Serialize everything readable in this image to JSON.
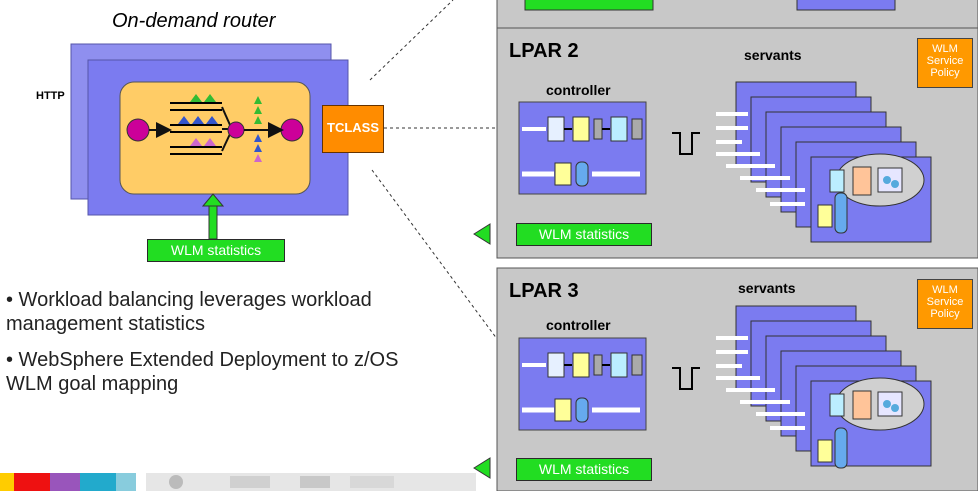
{
  "router": {
    "title": "On-demand router",
    "protocol": "HTTP",
    "tclass": "TCLASS",
    "wlm_statistics": "WLM statistics"
  },
  "bullets": [
    "• Workload balancing leverages workload management statistics",
    "• WebSphere Extended Deployment to z/OS WLM goal mapping"
  ],
  "lpars": [
    {
      "title": "LPAR 2",
      "servants": "servants",
      "controller": "controller",
      "policy": "WLM Service Policy",
      "wlm_statistics": "WLM statistics"
    },
    {
      "title": "LPAR 3",
      "servants": "servants",
      "controller": "controller",
      "policy": "WLM Service Policy",
      "wlm_statistics": "WLM statistics"
    }
  ],
  "top_partial": {
    "wlm_statistics": ""
  },
  "colors": {
    "lpar_bg": "#c8c8c8",
    "blue_box": "#7b7bf0",
    "orange": "#ff9900",
    "green": "#22dd22",
    "magenta": "#cc0099"
  }
}
